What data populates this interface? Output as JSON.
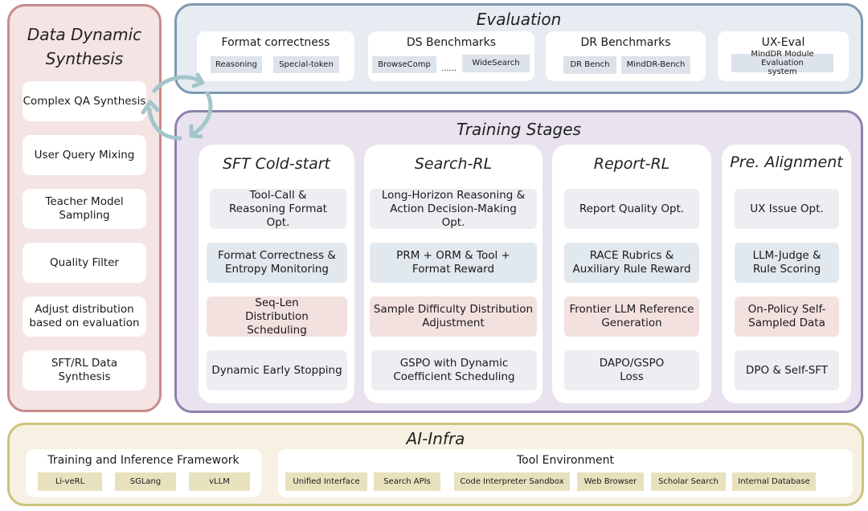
{
  "colors": {
    "data_panel_border": "#c98a8a",
    "data_panel_bg": "#f4e4e4",
    "eval_panel_border": "#7e98b1",
    "eval_panel_bg": "#e7ecf2",
    "training_panel_border": "#8e82ab",
    "training_panel_bg": "#e8e3ee",
    "infra_panel_border": "#cdc37a",
    "infra_panel_bg": "#f6f1e2",
    "arrow": "#a3c6cb"
  },
  "data_synthesis": {
    "title": "Data Dynamic Synthesis",
    "items": [
      "Complex QA Synthesis",
      "User Query Mixing",
      "Teacher Model Sampling",
      "Quality Filter",
      "Adjust distribution based on evaluation",
      "SFT/RL Data Synthesis"
    ]
  },
  "evaluation": {
    "title": "Evaluation",
    "groups": [
      {
        "title": "Format correctness",
        "chips": [
          "Reasoning",
          "Special-token"
        ]
      },
      {
        "title": "DS Benchmarks",
        "chips": [
          "BrowseComp",
          "WideSearch"
        ],
        "ellipsis": "......"
      },
      {
        "title": "DR Benchmarks",
        "chips": [
          "DR Bench",
          "MindDR-Bench"
        ]
      },
      {
        "title": "UX-Eval",
        "chips": [
          "MindDR Module Evaluation system"
        ]
      }
    ]
  },
  "training": {
    "title": "Training Stages",
    "stages": [
      {
        "title": "SFT Cold-start",
        "items": [
          "Tool-Call & Reasoning Format Opt.",
          "Format Correctness & Entropy Monitoring",
          "Seq-Len Distribution Scheduling",
          "Dynamic Early Stopping"
        ]
      },
      {
        "title": "Search-RL",
        "items": [
          "Long-Horizon Reasoning & Action Decision-Making Opt.",
          "PRM + ORM & Tool + Format Reward",
          "Sample Difficulty Distribution Adjustment",
          "GSPO with Dynamic Coefficient Scheduling"
        ]
      },
      {
        "title": "Report-RL",
        "items": [
          "Report Quality Opt.",
          "RACE Rubrics & Auxiliary Rule Reward",
          "Frontier LLM Reference Generation",
          "DAPO/GSPO Loss"
        ]
      },
      {
        "title": "Pre. Alignment",
        "items": [
          "UX Issue Opt.",
          "LLM-Judge & Rule Scoring",
          "On-Policy Self-Sampled Data",
          "DPO & Self-SFT"
        ]
      }
    ]
  },
  "infra": {
    "title": "AI-Infra",
    "groups": [
      {
        "title": "Training and Inference Framework",
        "chips": [
          "Li-veRL",
          "SGLang",
          "vLLM"
        ]
      },
      {
        "title": "Tool Environment",
        "chips": [
          "Unified Interface",
          "Search APIs",
          "Code Interpreter Sandbox",
          "Web Browser",
          "Scholar Search",
          "Internal Database"
        ]
      }
    ]
  },
  "icons": {
    "cycle": "cycle-arrows-icon"
  }
}
